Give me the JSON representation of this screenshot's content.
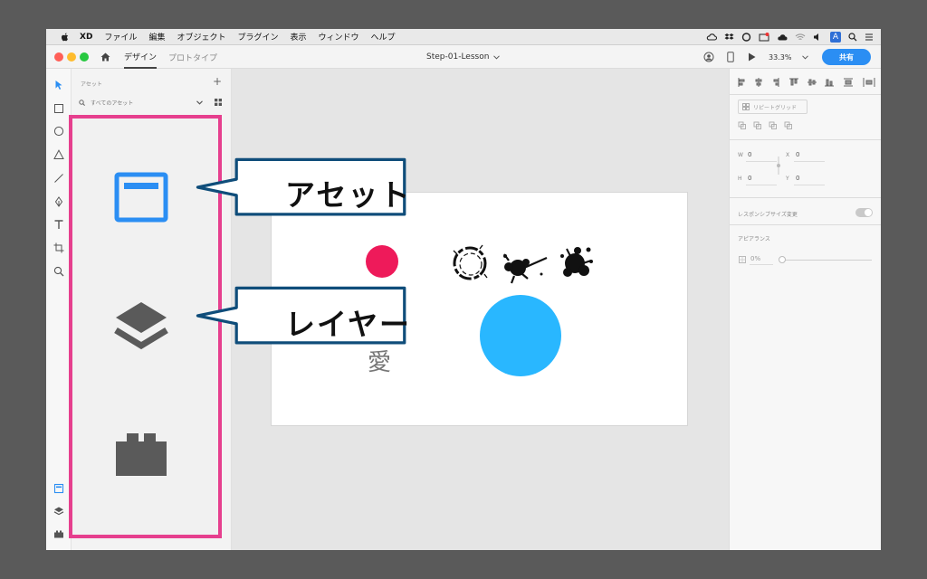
{
  "menubar": {
    "items": [
      "XD",
      "ファイル",
      "編集",
      "オブジェクト",
      "プラグイン",
      "表示",
      "ウィンドウ",
      "ヘルプ"
    ],
    "status_badge": "A"
  },
  "titlebar": {
    "tab_design": "デザイン",
    "tab_prototype": "プロトタイプ",
    "document_title": "Step-01-Lesson",
    "zoom_level": "33.3%",
    "share_label": "共有"
  },
  "assets_panel": {
    "header": "アセット",
    "search_placeholder": "すべてのアセット"
  },
  "canvas": {
    "text_char": "愛"
  },
  "props": {
    "repeat_grid_label": "リピートグリッド",
    "w_label": "W",
    "w_value": "0",
    "h_label": "H",
    "h_value": "0",
    "x_label": "X",
    "x_value": "0",
    "y_label": "Y",
    "y_value": "0",
    "responsive_label": "レスポンシブサイズ変更",
    "appearance_label": "アピアランス",
    "opacity_value": "0%"
  },
  "callouts": {
    "assets": "アセット",
    "layers": "レイヤー"
  },
  "colors": {
    "accent": "#2b8ef3",
    "highlight_box": "#e63f8e",
    "callout_border": "#0f4d7a",
    "pink_dot": "#ee1a5a",
    "blue_circle": "#29b7ff"
  }
}
